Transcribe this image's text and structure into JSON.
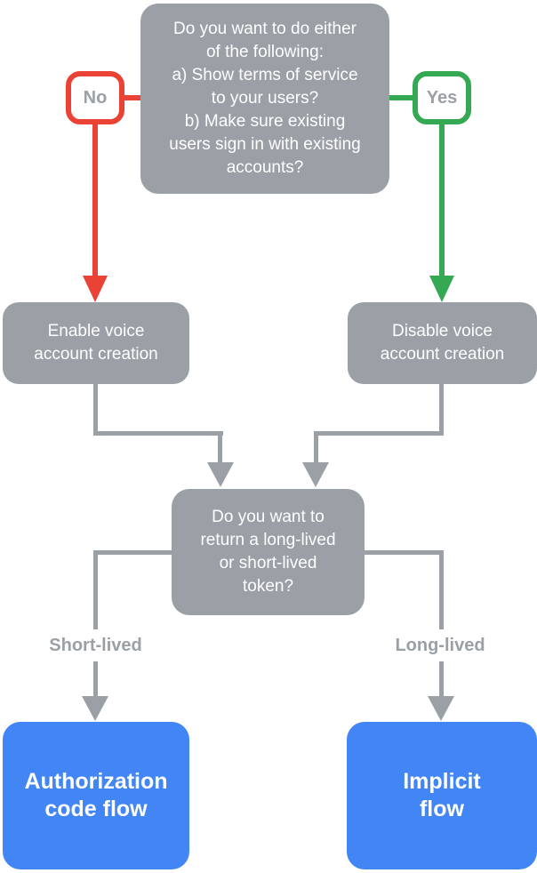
{
  "colors": {
    "box_gray": "#9AA0A6",
    "accent_red": "#EA4335",
    "accent_green": "#34A853",
    "accent_blue": "#4285F4",
    "label_gray": "#9AA0A6",
    "text_white": "#FFFFFF"
  },
  "nodes": {
    "top_question": {
      "text": "Do you want to do either\nof the following:\na) Show terms of service\nto your users?\nb) Make sure existing\nusers sign in with existing\naccounts?"
    },
    "enable_voice": {
      "text": "Enable voice\naccount creation"
    },
    "disable_voice": {
      "text": "Disable voice\naccount creation"
    },
    "token_question": {
      "text": "Do you want to\nreturn a long-lived\nor short-lived\ntoken?"
    },
    "authorization_code_flow": {
      "text": "Authorization\ncode flow"
    },
    "implicit_flow": {
      "text": "Implicit\nflow"
    }
  },
  "edge_labels": {
    "no": "No",
    "yes": "Yes",
    "short_lived": "Short-lived",
    "long_lived": "Long-lived"
  },
  "edges": [
    {
      "from": "top_question",
      "label": "No",
      "to": "enable_voice",
      "color": "#EA4335"
    },
    {
      "from": "top_question",
      "label": "Yes",
      "to": "disable_voice",
      "color": "#34A853"
    },
    {
      "from": "enable_voice",
      "label": "",
      "to": "token_question",
      "color": "#9AA0A6"
    },
    {
      "from": "disable_voice",
      "label": "",
      "to": "token_question",
      "color": "#9AA0A6"
    },
    {
      "from": "token_question",
      "label": "Short-lived",
      "to": "authorization_code_flow",
      "color": "#9AA0A6"
    },
    {
      "from": "token_question",
      "label": "Long-lived",
      "to": "implicit_flow",
      "color": "#9AA0A6"
    }
  ]
}
